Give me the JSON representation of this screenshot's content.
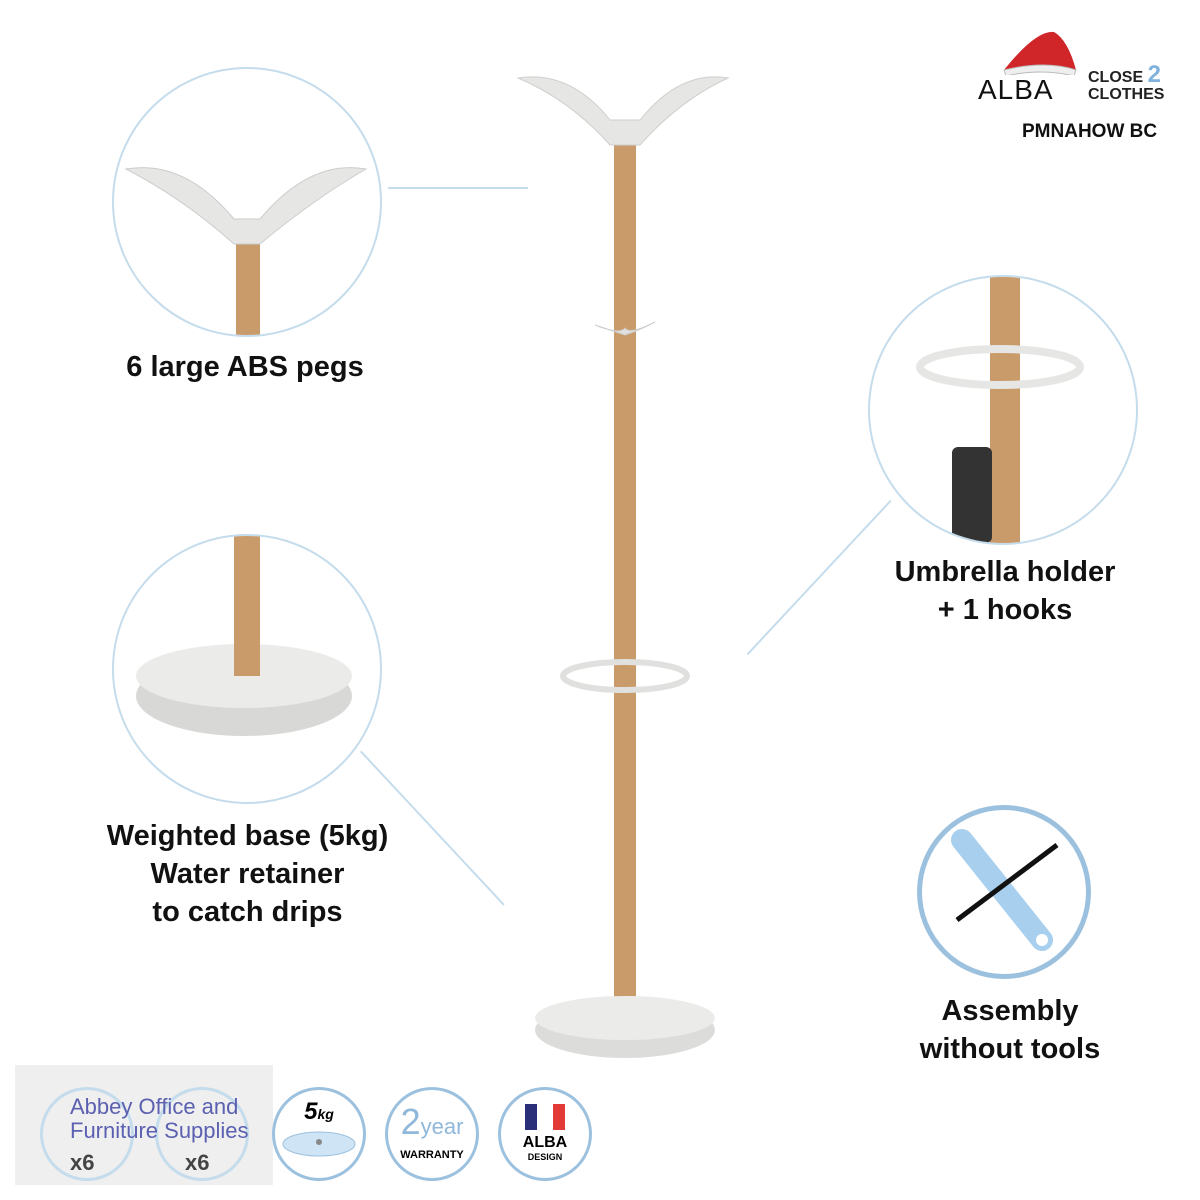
{
  "brand": {
    "logo_text": "ALBA",
    "sub_logo_line1": "CLOSE",
    "sub_logo_num": "2",
    "sub_logo_line2": "CLOTHES",
    "product_code": "PMNAHOW BC"
  },
  "features": [
    {
      "label": "6 large ABS pegs"
    },
    {
      "label_lines": [
        "Umbrella holder",
        "+ 1 hooks"
      ]
    },
    {
      "label_lines": [
        "Weighted base (5kg)",
        "Water retainer",
        "to catch drips"
      ]
    },
    {
      "label_lines": [
        "Assembly",
        "without tools"
      ]
    }
  ],
  "badges": {
    "pegs_count": "x6",
    "hooks_count": "x6",
    "weight": "5",
    "weight_unit": "kg",
    "warranty_num": "2",
    "warranty_unit": "year",
    "warranty_label": "WARRANTY",
    "design_brand": "ALBA",
    "design_label": "DESIGN"
  },
  "watermark": {
    "line1": "Abbey Office and",
    "line2": "Furniture Supplies"
  },
  "colors": {
    "wood": "#c99a6a",
    "white_part": "#e6e6e4",
    "ring": "#c4dcec",
    "flag_blue": "#2b2f7a",
    "flag_red": "#e23a36",
    "logo_red": "#d0262a"
  }
}
